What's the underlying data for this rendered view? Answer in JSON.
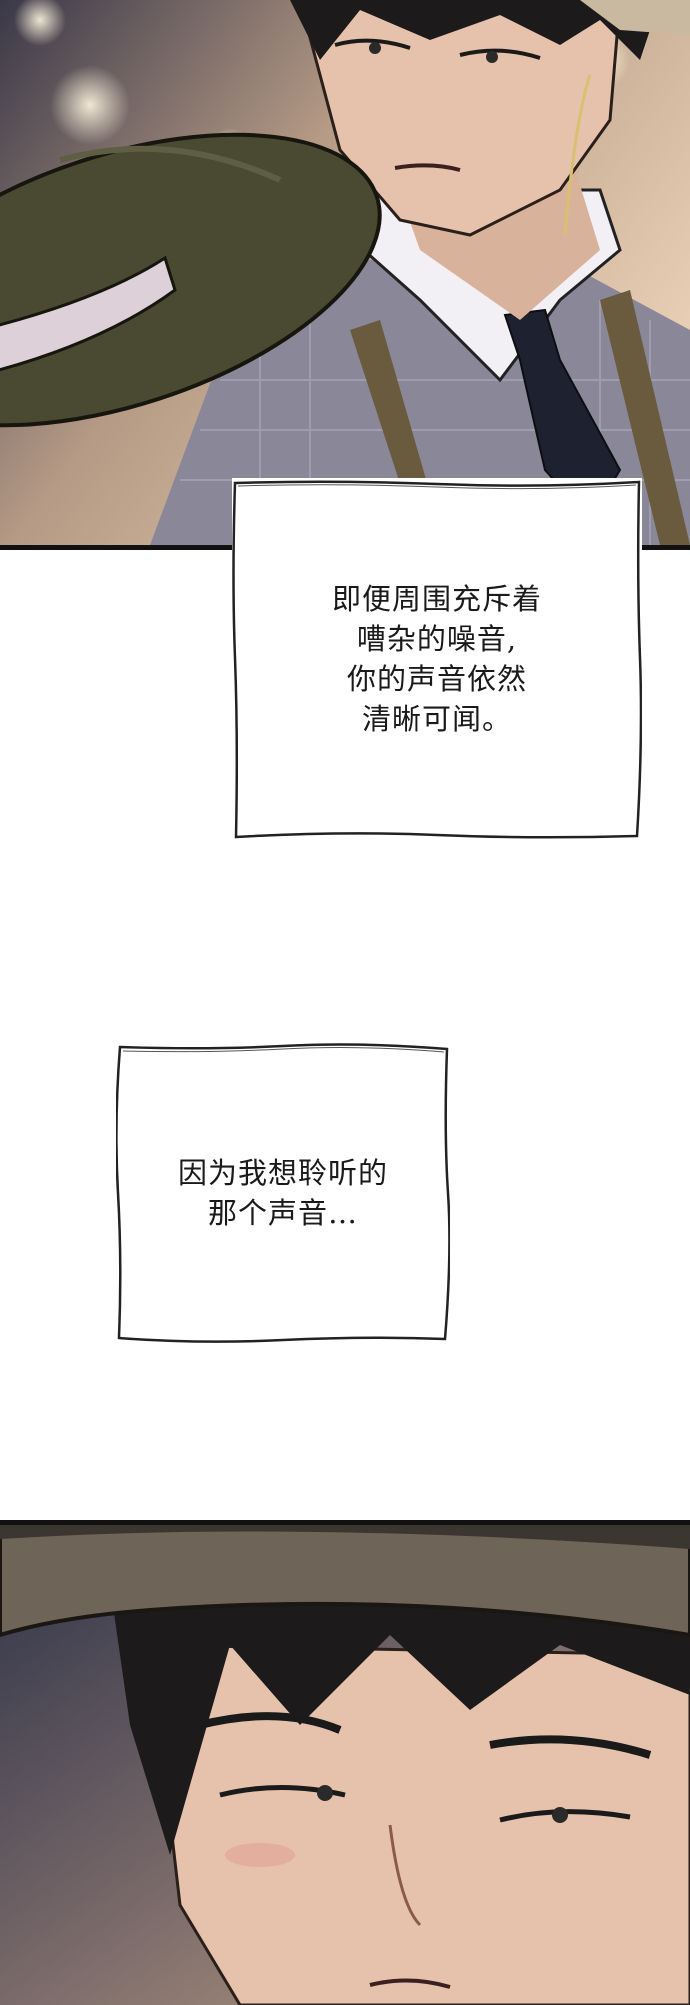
{
  "comic": {
    "captions": [
      {
        "lines": [
          "即便周围充斥着",
          "嘈杂的噪音,",
          "你的声音依然",
          "清晰可闻。"
        ]
      },
      {
        "lines": [
          "因为我想聆听的",
          "那个声音…"
        ]
      }
    ],
    "colors": {
      "panel_border": "#111111",
      "hat_green": "#4a4a32",
      "hat_band": "#ddd0d8",
      "suit": "#8a8898",
      "shirt": "#f2f0f4",
      "tie": "#1e2230",
      "skin": "#e6c2ac",
      "hair": "#1c1a1a",
      "bottom_hat": "#6e6558",
      "bokeh_bg": "#c6a886"
    }
  }
}
